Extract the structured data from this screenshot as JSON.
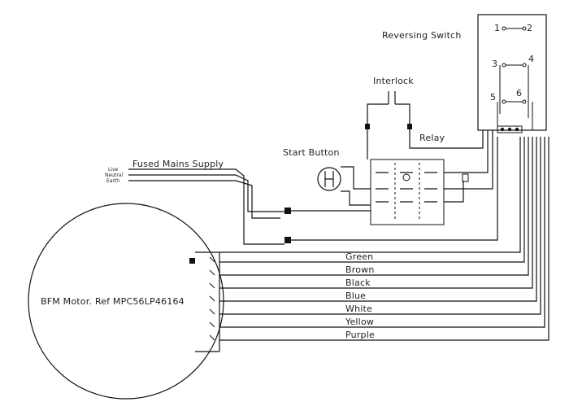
{
  "diagram": {
    "motor_label": "BFM Motor. Ref MPC56LP46164",
    "supply_label": "Fused Mains Supply",
    "supply_lines": [
      "Live",
      "Neutral",
      "Earth"
    ],
    "switch_label": "Reversing Switch",
    "switch_terminals": [
      "1",
      "2",
      "3",
      "4",
      "5",
      "6"
    ],
    "interlock_label": "Interlock",
    "relay_label": "Relay",
    "start_button_label": "Start Button",
    "wire_colors": [
      "Green",
      "Brown",
      "Black",
      "Blue",
      "White",
      "Yellow",
      "Purple"
    ]
  }
}
